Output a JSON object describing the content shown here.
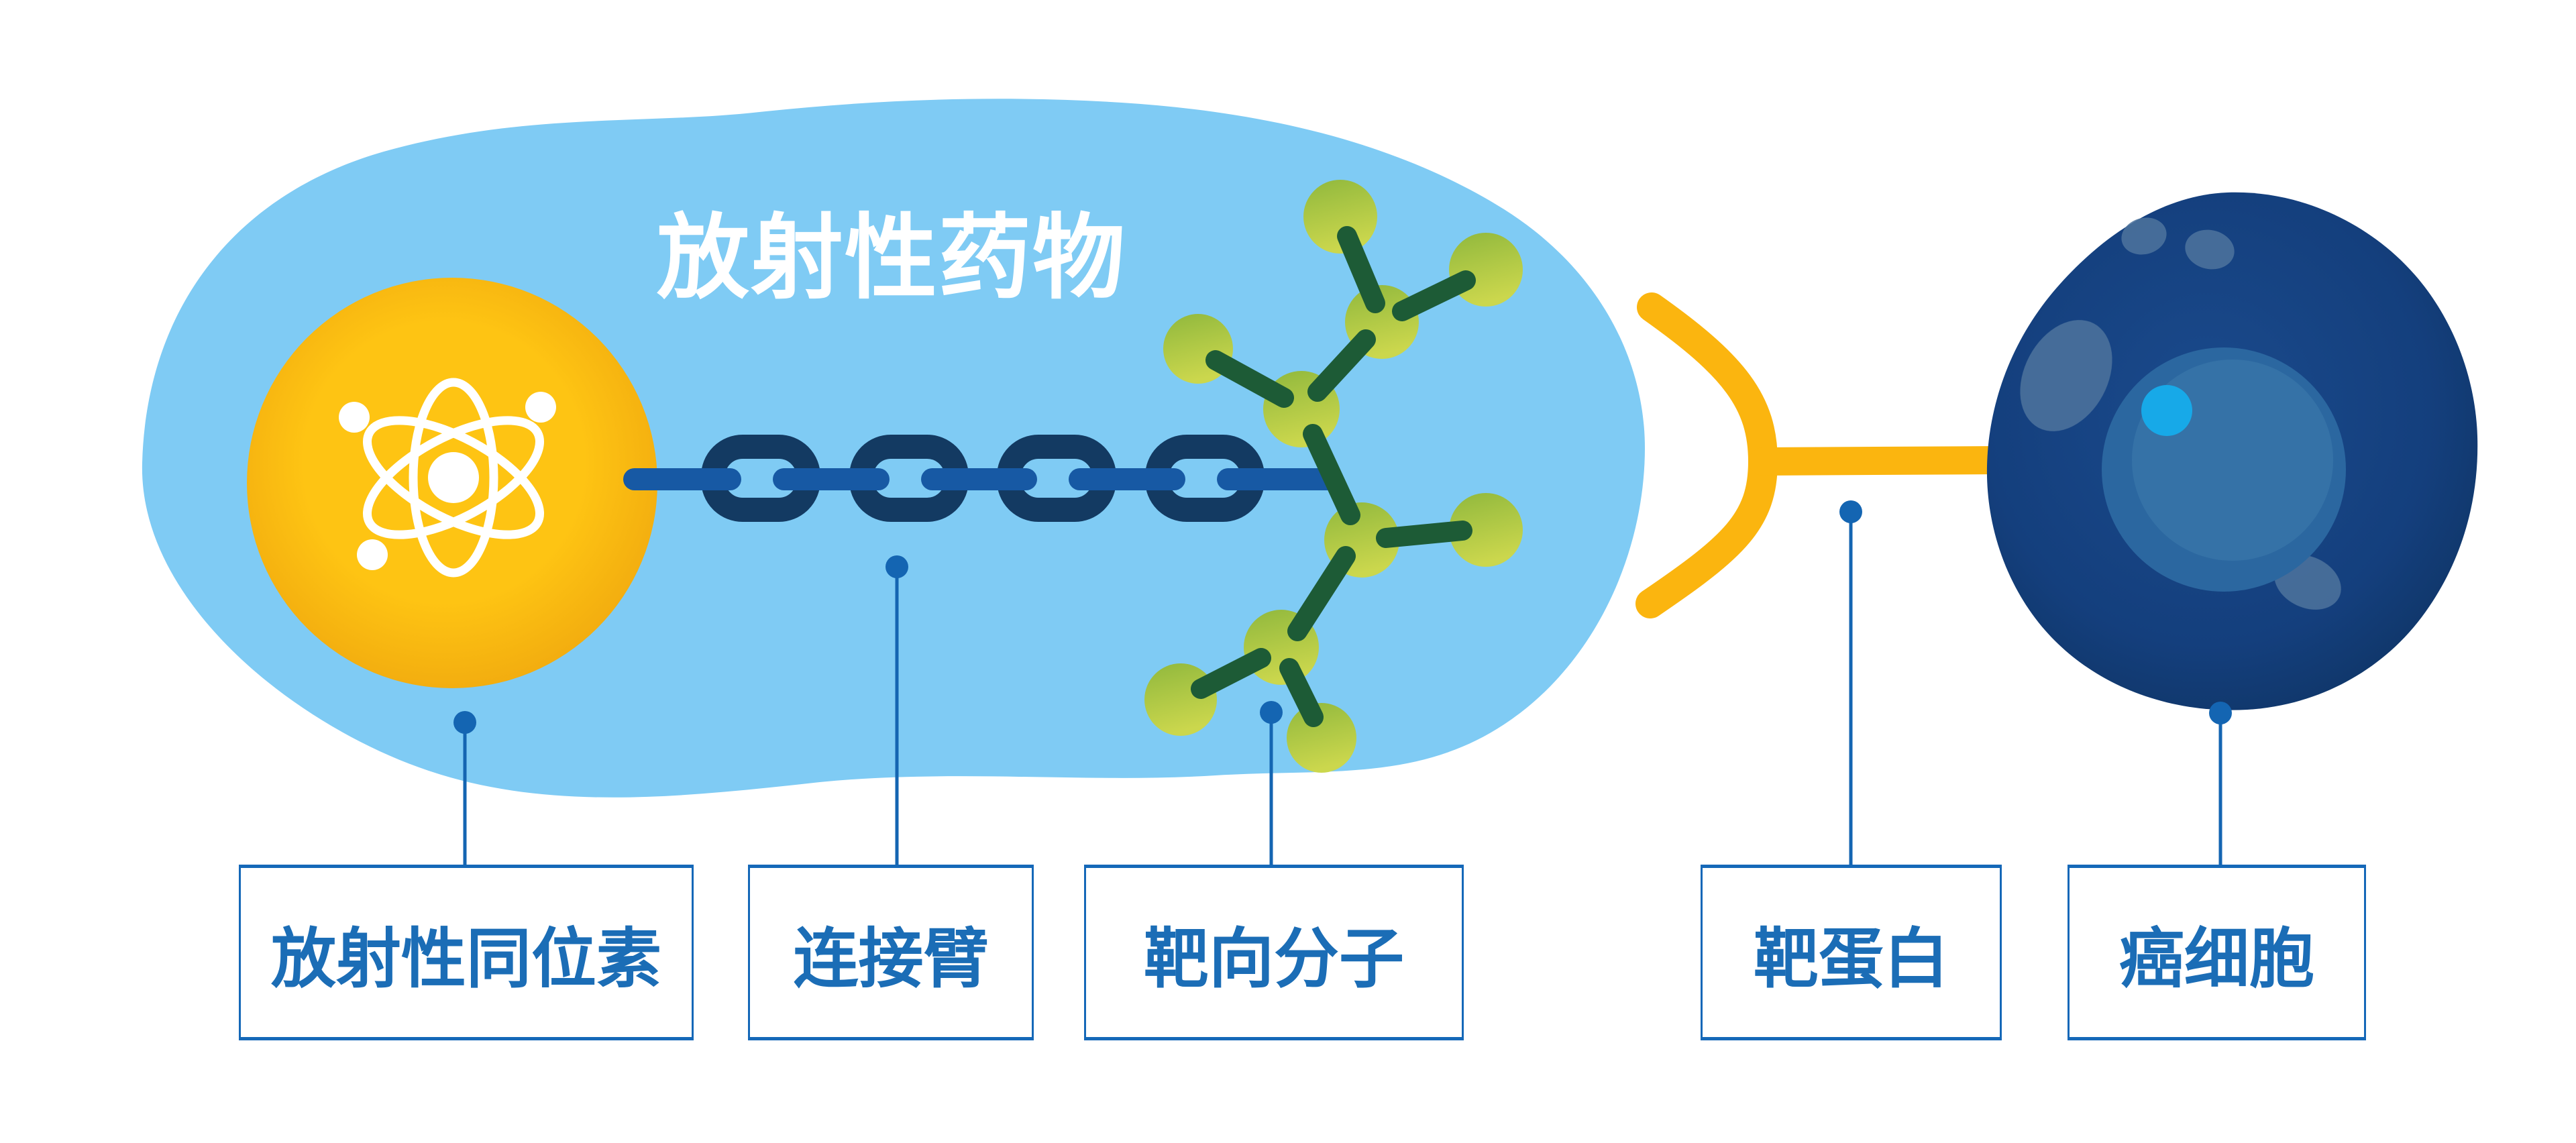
{
  "title": "放射性药物",
  "labels": {
    "isotope": "放射性同位素",
    "linker": "连接臂",
    "targeting_molecule": "靶向分子",
    "target_protein": "靶蛋白",
    "cancer_cell": "癌细胞"
  },
  "icons": {
    "atom": "atom-icon",
    "chain": "chain-link-icon",
    "molecule": "molecule-icon",
    "antibody": "antibody-y-icon",
    "cell": "cancer-cell-icon"
  },
  "colors": {
    "background": "#FFFFFF",
    "blob_blue": "#7FCBF4",
    "isotope_yellow": "#FEC413",
    "isotope_yellow_edge": "#EFA60E",
    "atom_white": "#FFFFFF",
    "chain_navy": "#133A62",
    "chain_bar_blue": "#1759A4",
    "molecule_green_light": "#CBD74D",
    "molecule_green_dark": "#90B83D",
    "bond_green": "#1D5B36",
    "antibody_yellow": "#FBB50F",
    "cell_navy_center": "#1A4A8C",
    "cell_navy": "#143F7D",
    "cell_navy_edge": "#0F3566",
    "cell_nucleus": "#2B67A0",
    "cell_nucleus_inner": "#3572A7",
    "cell_highlight_cyan": "#17A9E8",
    "cell_spot": "#4F749E",
    "connector_blue": "#1465B2",
    "label_text_blue": "#1B6DB6",
    "label_border_blue": "#1568B8",
    "title_white": "#FFFFFF"
  }
}
